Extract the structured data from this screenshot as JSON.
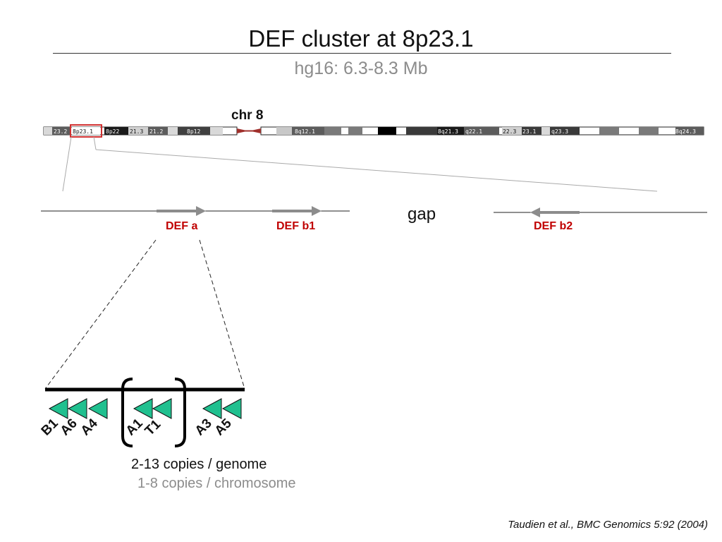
{
  "title": "DEF cluster at 8p23.1",
  "subtitle": "hg16: 6.3-8.3 Mb",
  "chromosome": {
    "label": "chr 8",
    "band_labels": [
      "23.2",
      "8p23.1",
      "8p22",
      "21.3",
      "21.2",
      "8p12",
      "8q12.1",
      "8q21.3",
      "q22.1",
      "22.3",
      "23.1",
      "q23.3",
      "8q24.3"
    ]
  },
  "genes": {
    "def_a": "DEF a",
    "def_b1": "DEF b1",
    "gap": "gap",
    "def_b2": "DEF b2"
  },
  "copy_labels": [
    "B1",
    "A6",
    "A4",
    "A1",
    "T1",
    "A3",
    "A5"
  ],
  "copies_per_genome": "2-13 copies / genome",
  "copies_per_chromosome": "1-8  copies / chromosome",
  "citation": "Taudien et al., BMC Genomics 5:92 (2004)",
  "colors": {
    "gene_label": "#c00000",
    "gene_arrow": "#8c8c8c",
    "copy_arrow": "#20c08f",
    "centromere": "#a0302c",
    "highlight_box": "#d03030"
  }
}
